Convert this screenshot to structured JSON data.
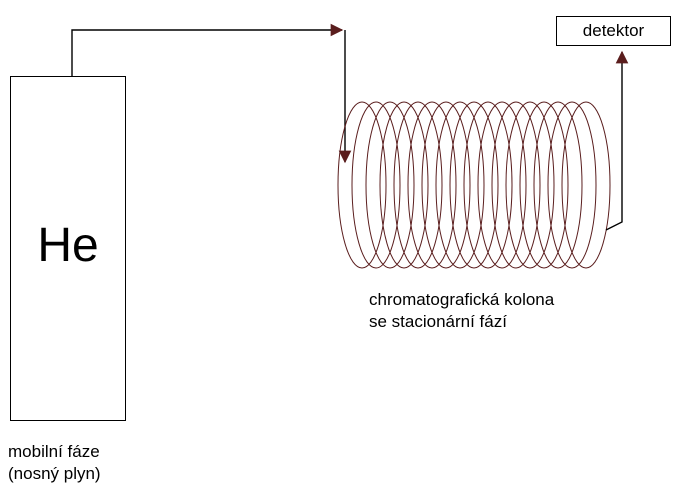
{
  "mobile_phase": {
    "symbol": "He",
    "caption_line1": "mobilní fáze",
    "caption_line2": "(nosný plyn)"
  },
  "detector": {
    "label": "detektor"
  },
  "column": {
    "caption_line1": "chromatografická kolona",
    "caption_line2": "se stacionární fází"
  },
  "colors": {
    "line": "#000000",
    "coil": "#5a1d1d",
    "arrow": "#5a1d1d"
  }
}
